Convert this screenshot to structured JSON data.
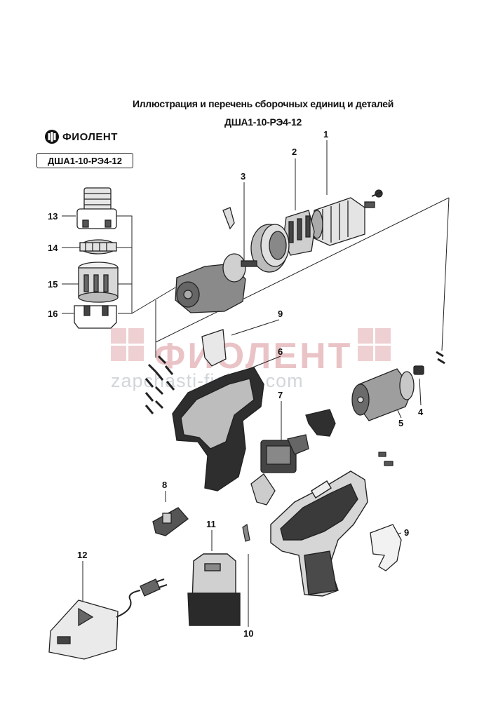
{
  "header": {
    "title_line1": "Иллюстрация и перечень сборочных единиц и деталей",
    "title_line2": "ДША1-10-РЭ4-12"
  },
  "brand": {
    "name": "ФИОЛЕНТ",
    "model_box": "ДША1-10-РЭ4-12"
  },
  "watermark": {
    "brand": "ФИОЛЕНТ",
    "url": "zapchasti-fiolent.com",
    "color_red": "#b42832",
    "color_gray": "#465a6e"
  },
  "callouts": {
    "c1": "1",
    "c2": "2",
    "c3": "3",
    "c4": "4",
    "c5": "5",
    "c6": "6",
    "c7": "7",
    "c8": "8",
    "c9a": "9",
    "c9b": "9",
    "c10": "10",
    "c11": "11",
    "c12": "12",
    "c13": "13",
    "c14": "14",
    "c15": "15",
    "c16": "16"
  }
}
